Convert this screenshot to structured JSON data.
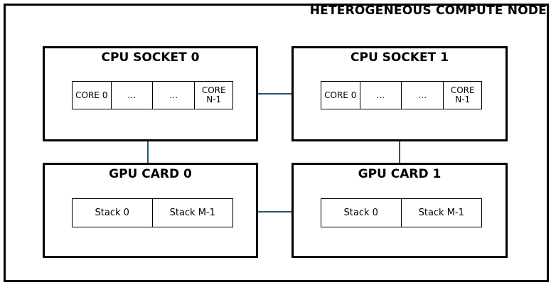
{
  "node_title": "HETEROGENEOUS COMPUTE NODE",
  "cpu_sockets": [
    {
      "title": "CPU SOCKET 0",
      "cores": [
        "CORE 0",
        "…",
        "…",
        "CORE N-1"
      ]
    },
    {
      "title": "CPU SOCKET 1",
      "cores": [
        "CORE 0",
        "…",
        "…",
        "CORE N-1"
      ]
    }
  ],
  "gpu_cards": [
    {
      "title": "GPU CARD 0",
      "stacks": [
        "Stack 0",
        "Stack M-1"
      ]
    },
    {
      "title": "GPU CARD 1",
      "stacks": [
        "Stack 0",
        "Stack M-1"
      ]
    }
  ],
  "colors": {
    "border": "#000000",
    "link": "#1f5a7a",
    "background": "#ffffff"
  }
}
